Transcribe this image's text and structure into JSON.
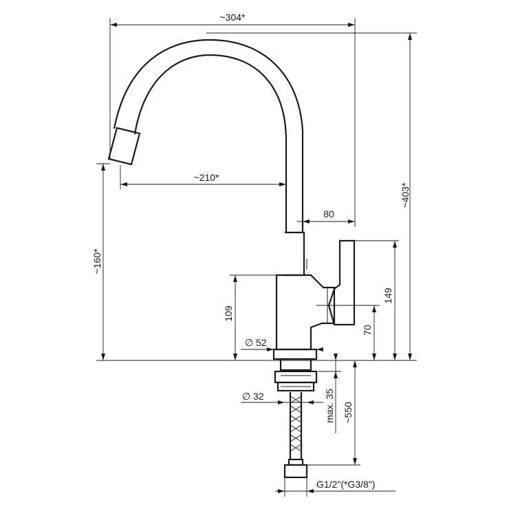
{
  "drawing": {
    "dimensions": {
      "overall_width": "~304*",
      "spout_reach": "~210*",
      "handle_offset": "80",
      "overall_height": "~403*",
      "spout_height": "~160*",
      "body_height": "109",
      "handle_height": "149",
      "lever_height": "70",
      "base_diameter_symbol": "∅",
      "base_diameter": "52",
      "shank_diameter_symbol": "∅",
      "shank_diameter": "32",
      "max_counter_thickness": "max. 35",
      "hose_length": "~550",
      "connection_thread": "G1/2\"(*G3/8\")"
    },
    "colors": {
      "ink": "#1a1a1a",
      "background": "#ffffff"
    }
  }
}
